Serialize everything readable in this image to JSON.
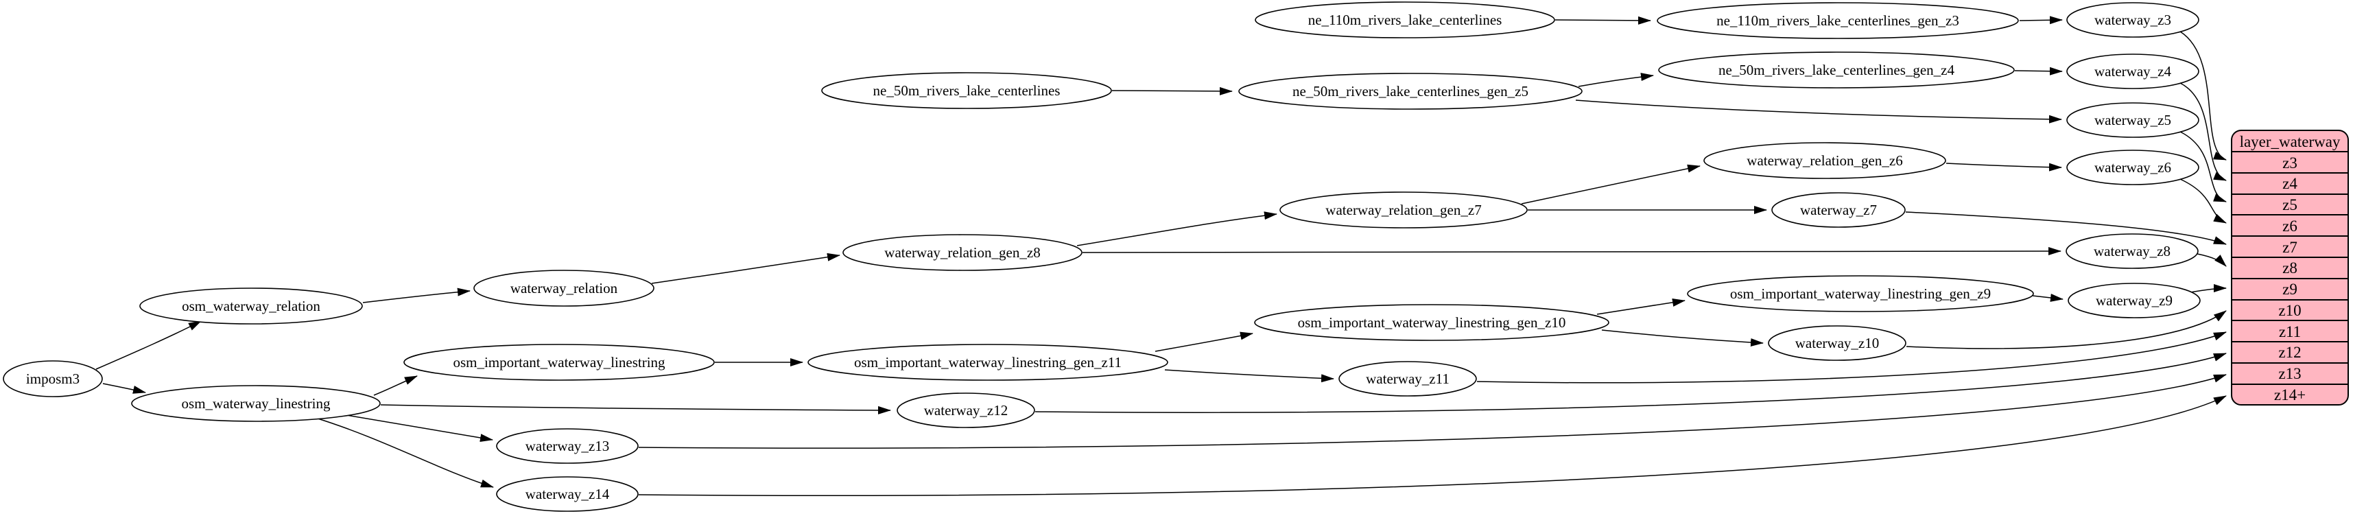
{
  "diagram": {
    "kind": "dependency-graph",
    "description": "imposm3 waterway layer generalization pipeline graph"
  },
  "colors": {
    "background": "#ffffff",
    "node_fill": "#ffffff",
    "node_stroke": "#000000",
    "edge_color": "#000000",
    "table_fill": "#ffb6c1",
    "table_stroke": "#000000"
  },
  "nodes": {
    "imposm3": "imposm3",
    "osm_waterway_relation": "osm_waterway_relation",
    "osm_waterway_linestring": "osm_waterway_linestring",
    "waterway_relation": "waterway_relation",
    "osm_important_waterway_linestring": "osm_important_waterway_linestring",
    "waterway_relation_gen_z8": "waterway_relation_gen_z8",
    "waterway_relation_gen_z7": "waterway_relation_gen_z7",
    "waterway_relation_gen_z6": "waterway_relation_gen_z6",
    "osm_important_waterway_linestring_gen_z11": "osm_important_waterway_linestring_gen_z11",
    "osm_important_waterway_linestring_gen_z10": "osm_important_waterway_linestring_gen_z10",
    "osm_important_waterway_linestring_gen_z9": "osm_important_waterway_linestring_gen_z9",
    "ne_110m_rivers_lake_centerlines": "ne_110m_rivers_lake_centerlines",
    "ne_110m_rivers_lake_centerlines_gen_z3": "ne_110m_rivers_lake_centerlines_gen_z3",
    "ne_50m_rivers_lake_centerlines": "ne_50m_rivers_lake_centerlines",
    "ne_50m_rivers_lake_centerlines_gen_z4": "ne_50m_rivers_lake_centerlines_gen_z4",
    "ne_50m_rivers_lake_centerlines_gen_z5": "ne_50m_rivers_lake_centerlines_gen_z5",
    "waterway_z3": "waterway_z3",
    "waterway_z4": "waterway_z4",
    "waterway_z5": "waterway_z5",
    "waterway_z6": "waterway_z6",
    "waterway_z7": "waterway_z7",
    "waterway_z8": "waterway_z8",
    "waterway_z9": "waterway_z9",
    "waterway_z10": "waterway_z10",
    "waterway_z11": "waterway_z11",
    "waterway_z12": "waterway_z12",
    "waterway_z13": "waterway_z13",
    "waterway_z14": "waterway_z14"
  },
  "table": {
    "title": "layer_waterway",
    "rows": [
      "z3",
      "z4",
      "z5",
      "z6",
      "z7",
      "z8",
      "z9",
      "z10",
      "z11",
      "z12",
      "z13",
      "z14+"
    ]
  },
  "edges": [
    "imposm3 -> osm_waterway_relation",
    "imposm3 -> osm_waterway_linestring",
    "osm_waterway_relation -> waterway_relation",
    "waterway_relation -> waterway_relation_gen_z8",
    "waterway_relation_gen_z8 -> waterway_relation_gen_z7",
    "waterway_relation_gen_z8 -> waterway_z8",
    "waterway_relation_gen_z7 -> waterway_relation_gen_z6",
    "waterway_relation_gen_z7 -> waterway_z7",
    "waterway_relation_gen_z6 -> waterway_z6",
    "osm_waterway_linestring -> osm_important_waterway_linestring",
    "osm_waterway_linestring -> waterway_z12",
    "osm_waterway_linestring -> waterway_z13",
    "osm_waterway_linestring -> waterway_z14",
    "osm_important_waterway_linestring -> osm_important_waterway_linestring_gen_z11",
    "osm_important_waterway_linestring_gen_z11 -> osm_important_waterway_linestring_gen_z10",
    "osm_important_waterway_linestring_gen_z11 -> waterway_z11",
    "osm_important_waterway_linestring_gen_z10 -> osm_important_waterway_linestring_gen_z9",
    "osm_important_waterway_linestring_gen_z10 -> waterway_z10",
    "osm_important_waterway_linestring_gen_z9 -> waterway_z9",
    "ne_110m_rivers_lake_centerlines -> ne_110m_rivers_lake_centerlines_gen_z3",
    "ne_110m_rivers_lake_centerlines_gen_z3 -> waterway_z3",
    "ne_50m_rivers_lake_centerlines -> ne_50m_rivers_lake_centerlines_gen_z5",
    "ne_50m_rivers_lake_centerlines_gen_z5 -> ne_50m_rivers_lake_centerlines_gen_z4",
    "ne_50m_rivers_lake_centerlines_gen_z5 -> waterway_z5",
    "ne_50m_rivers_lake_centerlines_gen_z4 -> waterway_z4",
    "waterway_z3 -> layer_waterway:z3",
    "waterway_z4 -> layer_waterway:z4",
    "waterway_z5 -> layer_waterway:z5",
    "waterway_z6 -> layer_waterway:z6",
    "waterway_z7 -> layer_waterway:z7",
    "waterway_z8 -> layer_waterway:z8",
    "waterway_z9 -> layer_waterway:z9",
    "waterway_z10 -> layer_waterway:z10",
    "waterway_z11 -> layer_waterway:z11",
    "waterway_z12 -> layer_waterway:z12",
    "waterway_z13 -> layer_waterway:z13",
    "waterway_z14 -> layer_waterway:z14+"
  ]
}
